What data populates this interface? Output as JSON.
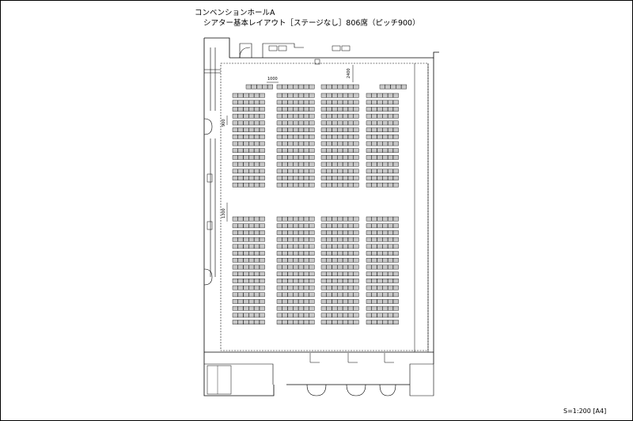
{
  "drawing": {
    "title": "コンベンションホールA",
    "subtitle": "シアター基本レイアウト［ステージなし］806席（ピッチ900）",
    "scale": "S=1:200 [A4]"
  },
  "dimensions": {
    "aisle_width": "1000",
    "front_gap": "2400",
    "row_pitch": "900",
    "cross_aisle": "1300"
  },
  "seating": {
    "front_row_blocks": [
      5,
      7,
      7,
      5
    ],
    "block_columns": [
      6,
      7,
      7,
      6
    ],
    "rows_upper_section": 14,
    "rows_lower_section": 16
  },
  "colors": {
    "seat_fill": "#c8c8c8",
    "line": "#000000"
  }
}
